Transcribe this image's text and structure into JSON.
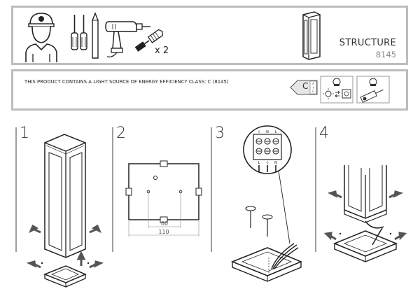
{
  "product": {
    "name": "STRUCTURE",
    "code": "8145"
  },
  "tools": {
    "screw_count": "x 2"
  },
  "energy": {
    "notice": "THIS PRODUCT CONTAINS A LIGHT SOURCE OF ENERGY EFFICIENCY CLASS: C (8145)",
    "label_class": "C"
  },
  "steps": [
    {
      "number": "1"
    },
    {
      "number": "2",
      "dim_inner": "60",
      "dim_outer": "110"
    },
    {
      "number": "3",
      "terminals_top": [
        "⏚",
        "N",
        "L"
      ],
      "terminals_bottom": [
        "L",
        "⏚",
        "N"
      ]
    },
    {
      "number": "4"
    }
  ]
}
